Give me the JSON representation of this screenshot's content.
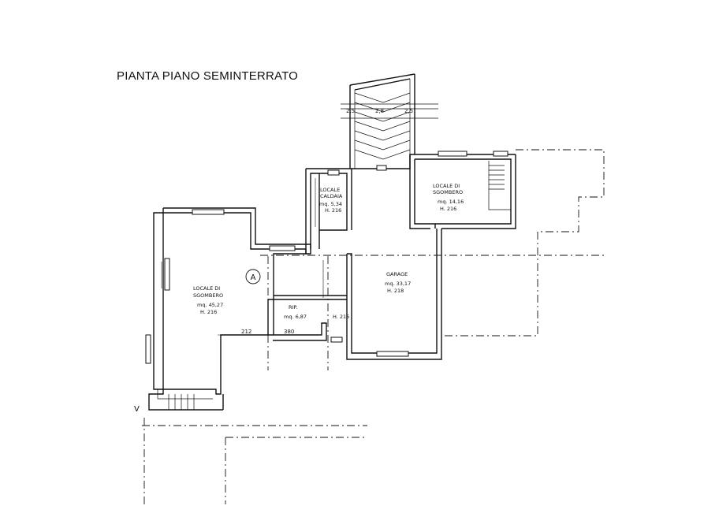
{
  "title": "PIANTA PIANO SEMINTERRATO",
  "section_marker": "A",
  "level_marker": "V",
  "rooms": {
    "left": {
      "name_1": "LOCALE DI",
      "name_2": "SGOMBERO",
      "area": "mq. 45,27",
      "height": "H. 216"
    },
    "caldaia": {
      "name_1": "LOCALE",
      "name_2": "CALDAIA",
      "area": "mq. 5,34",
      "height": "H. 216"
    },
    "right": {
      "name_1": "LOCALE DI",
      "name_2": "SGOMBERO",
      "area": "mq. 14,16",
      "height": "H. 216"
    },
    "garage": {
      "name": "GARAGE",
      "area": "mq. 33,17",
      "height": "H. 218"
    },
    "rip": {
      "name": "RIP.",
      "area": "mq. 6,87",
      "height": "H. 216"
    }
  },
  "dimensions": {
    "stair_top": "2,8",
    "stair_left": "2,5",
    "stair_right": "2,5",
    "d_212": "212",
    "d_380": "380"
  }
}
